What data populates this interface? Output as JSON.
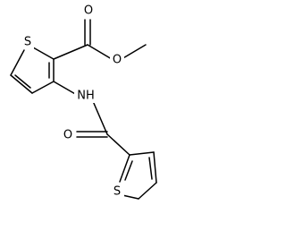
{
  "molecule": {
    "atoms": {
      "s_top": "S",
      "o_carbonyl_ester": "O",
      "o_ester": "O",
      "nh": "NH",
      "o_amide": "O",
      "s_bottom": "S"
    }
  },
  "colors": {
    "bond": "#000000",
    "label": "#000000",
    "background": "#ffffff"
  }
}
